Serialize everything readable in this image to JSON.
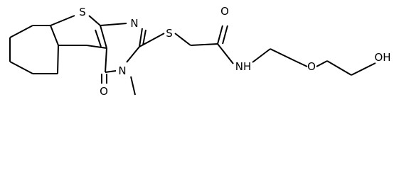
{
  "molecule": {
    "atoms": {
      "s_thiophene": "S",
      "n_pyrimidine": "N",
      "s_thioether": "S",
      "o_amide": "O",
      "n_methyl": "N",
      "o_ketone": "O",
      "nh_amide": "NH",
      "o_ether": "O",
      "oh_terminal": "OH"
    }
  }
}
